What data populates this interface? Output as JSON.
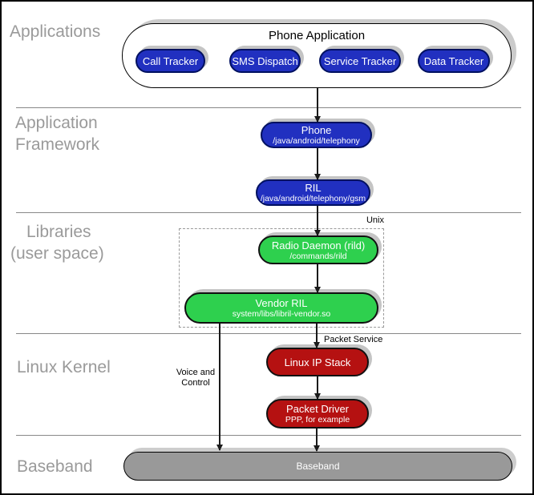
{
  "colors": {
    "blue": "#2130c0",
    "green": "#2ed04e",
    "red": "#b51111",
    "baseband_gray": "#999999",
    "shadow_gray": "#c4c4c4",
    "label_gray": "#9a9a9a"
  },
  "sections": {
    "applications_label": "Applications",
    "framework_label_line1": "Application",
    "framework_label_line2": "Framework",
    "libraries_label_line1": "Libraries",
    "libraries_label_line2": "(user space)",
    "kernel_label": "Linux Kernel",
    "baseband_label": "Baseband"
  },
  "applications": {
    "container_title": "Phone Application",
    "apps": [
      "Call Tracker",
      "SMS Dispatch",
      "Service Tracker",
      "Data Tracker"
    ]
  },
  "framework": {
    "phone_title": "Phone",
    "phone_subtitle": "/java/android/telephony",
    "ril_title": "RIL",
    "ril_subtitle": "/java/android/telephony/gsm"
  },
  "libraries": {
    "unix_label": "Unix",
    "radio_daemon_title": "Radio Daemon (rild)",
    "radio_daemon_subtitle": "/commands/rild",
    "vendor_ril_title": "Vendor RIL",
    "vendor_ril_subtitle": "system/libs/libril-vendor.so"
  },
  "kernel": {
    "packet_service_label": "Packet Service",
    "voice_control_line1": "Voice and",
    "voice_control_line2": "Control",
    "ip_stack_title": "Linux IP Stack",
    "packet_driver_title": "Packet Driver",
    "packet_driver_subtitle": "PPP, for example"
  },
  "baseband": {
    "bar_label": "Baseband"
  }
}
